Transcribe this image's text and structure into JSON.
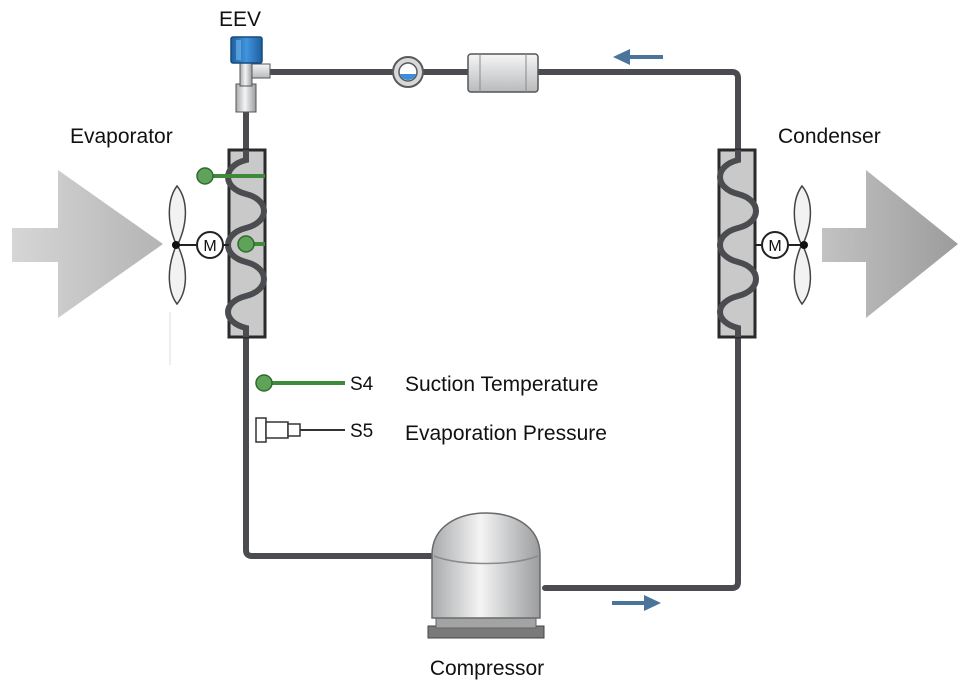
{
  "labels": {
    "eev": "EEV",
    "evaporator": "Evaporator",
    "condenser": "Condenser",
    "compressor": "Compressor",
    "motor_letter": "M"
  },
  "legend": [
    {
      "tag": "S4",
      "text": "Suction Temperature",
      "symbol": "temperature-sensor"
    },
    {
      "tag": "S5",
      "text": "Evaporation Pressure",
      "symbol": "pressure-sensor"
    }
  ],
  "colors": {
    "pipe": "#4a4c50",
    "sensor": "#5fa35a",
    "sensor_line": "#3f8a3a",
    "flow_arrow": "#4a7499",
    "air_arrow": "#bdbdbd",
    "eev_body": "#2f7fc8",
    "coil_fill": "#c9c9c9"
  },
  "flow_arrows": [
    {
      "location": "top-pipe",
      "direction": "left"
    },
    {
      "location": "bottom-pipe",
      "direction": "right"
    }
  ]
}
